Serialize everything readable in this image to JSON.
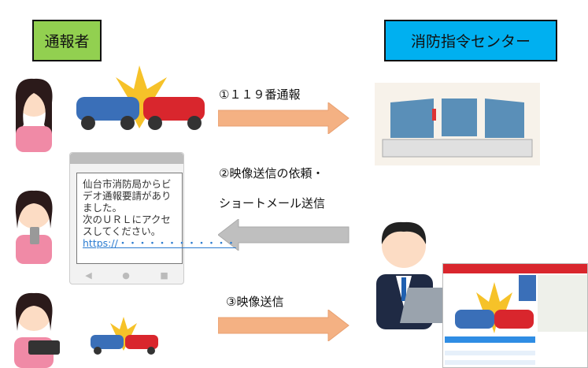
{
  "roles": {
    "caller": "通報者",
    "center": "消防指令センター"
  },
  "colors": {
    "caller": "#92d050",
    "center": "#00b0f0",
    "arrow_out": "#f4b183",
    "arrow_back": "#bfbfbf"
  },
  "steps": [
    {
      "label": "①１１９番通報"
    },
    {
      "label_line1": "②映像送信の依頼・",
      "label_line2": "ショートメール送信"
    },
    {
      "label": "③映像送信"
    }
  ],
  "sms": {
    "lines": [
      "仙台市消防局からビデオ通報要請がありました。",
      "次のＵＲＬにアクセスしてください。"
    ],
    "url": "https://・・・・・・・・・・・・"
  }
}
